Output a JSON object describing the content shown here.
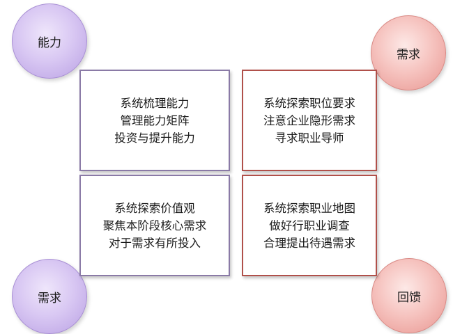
{
  "circles": {
    "top_left": "能力",
    "top_right": "需求",
    "bottom_left": "需求",
    "bottom_right": "回馈"
  },
  "boxes": {
    "top_left": [
      "系统梳理能力",
      "管理能力矩阵",
      "投资与提升能力"
    ],
    "top_right": [
      "系统探索职位要求",
      "注意企业隐形需求",
      "寻求职业导师"
    ],
    "bottom_left": [
      "系统探索价值观",
      "聚焦本阶段核心需求",
      "对于需求有所投入"
    ],
    "bottom_right": [
      "系统探索职业地图",
      "做好行职业调查",
      "合理提出待遇需求"
    ]
  },
  "colors": {
    "purple_circle": "#d9c8f3",
    "red_circle": "#f6c4c0",
    "purple_border": "#8a7aa6",
    "red_border": "#b0504a"
  }
}
